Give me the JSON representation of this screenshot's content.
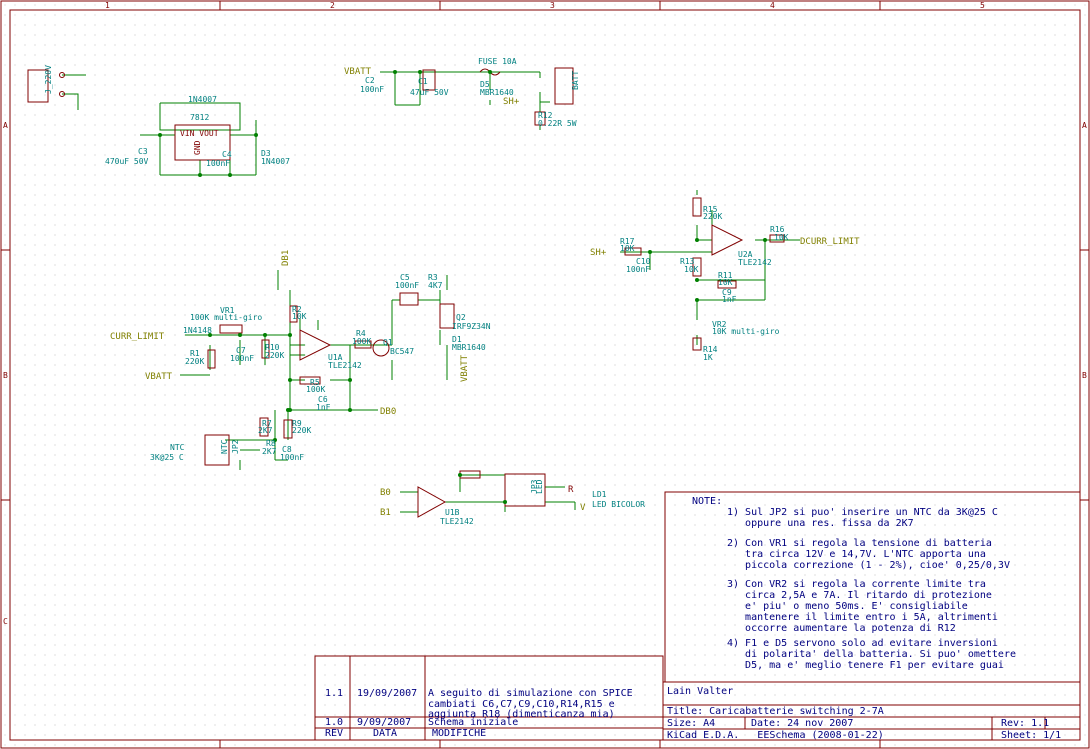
{
  "frame": {
    "col_labels": [
      "1",
      "2",
      "3",
      "4",
      "5"
    ],
    "row_labels": [
      "A",
      "B",
      "C"
    ]
  },
  "components": [
    {
      "ref": "JP1",
      "name": "J_220V"
    },
    {
      "ref": "D4",
      "name": "1N4007"
    },
    {
      "ref": "U3",
      "name": "7812"
    },
    {
      "ref": "U3_pins",
      "name": "VIN VOUT"
    },
    {
      "ref": "U3_gnd",
      "name": "GND"
    },
    {
      "ref": "C3",
      "name": "C3"
    },
    {
      "ref": "C3v",
      "name": "470uF 50V"
    },
    {
      "ref": "C4",
      "name": "C4"
    },
    {
      "ref": "C4v",
      "name": "100nF"
    },
    {
      "ref": "D3",
      "name": "D3"
    },
    {
      "ref": "D3v",
      "name": "1N4007"
    },
    {
      "ref": "C2",
      "name": "C2"
    },
    {
      "ref": "C2v",
      "name": "100nF"
    },
    {
      "ref": "C1",
      "name": "C1"
    },
    {
      "ref": "C1v",
      "name": "47uF 50V"
    },
    {
      "ref": "F1",
      "name": "FUSE 10A"
    },
    {
      "ref": "D5",
      "name": "D5"
    },
    {
      "ref": "D5v",
      "name": "MBR1640"
    },
    {
      "ref": "JP4",
      "name": "BATT"
    },
    {
      "ref": "R12",
      "name": "R12"
    },
    {
      "ref": "R12v",
      "name": "0.22R 5W"
    },
    {
      "ref": "R15",
      "name": "R15"
    },
    {
      "ref": "R15v",
      "name": "220K"
    },
    {
      "ref": "R17",
      "name": "R17"
    },
    {
      "ref": "R17v",
      "name": "10K"
    },
    {
      "ref": "C10",
      "name": "C10"
    },
    {
      "ref": "C10v",
      "name": "100nF"
    },
    {
      "ref": "R13",
      "name": "R13"
    },
    {
      "ref": "R13v",
      "name": "10K"
    },
    {
      "ref": "R16",
      "name": "R16"
    },
    {
      "ref": "R16v",
      "name": "10K"
    },
    {
      "ref": "U2A",
      "name": "U2A"
    },
    {
      "ref": "U2Av",
      "name": "TLE2142"
    },
    {
      "ref": "R11b",
      "name": "R11"
    },
    {
      "ref": "R11bv",
      "name": "10K"
    },
    {
      "ref": "C9",
      "name": "C9"
    },
    {
      "ref": "C9v",
      "name": "1nF"
    },
    {
      "ref": "VR2",
      "name": "VR2"
    },
    {
      "ref": "VR2v",
      "name": "10K multi-giro"
    },
    {
      "ref": "R14",
      "name": "R14"
    },
    {
      "ref": "R14v",
      "name": "1K"
    },
    {
      "ref": "VR1",
      "name": "VR1"
    },
    {
      "ref": "VR1v",
      "name": "100K multi-giro"
    },
    {
      "ref": "D2",
      "name": "1N4148"
    },
    {
      "ref": "R1",
      "name": "R1"
    },
    {
      "ref": "R1v",
      "name": "220K"
    },
    {
      "ref": "C7",
      "name": "C7"
    },
    {
      "ref": "C7v",
      "name": "100nF"
    },
    {
      "ref": "R10",
      "name": "R10"
    },
    {
      "ref": "R10v",
      "name": "220K"
    },
    {
      "ref": "R2",
      "name": "R2"
    },
    {
      "ref": "R2v",
      "name": "10K"
    },
    {
      "ref": "U1A",
      "name": "U1A"
    },
    {
      "ref": "U1Av",
      "name": "TLE2142"
    },
    {
      "ref": "R4",
      "name": "R4"
    },
    {
      "ref": "R4v",
      "name": "100K"
    },
    {
      "ref": "Q1",
      "name": "Q1"
    },
    {
      "ref": "Q1v",
      "name": "BC547"
    },
    {
      "ref": "C5",
      "name": "C5"
    },
    {
      "ref": "C5v",
      "name": "100nF"
    },
    {
      "ref": "R3",
      "name": "R3"
    },
    {
      "ref": "R3v",
      "name": "4K7"
    },
    {
      "ref": "Q2",
      "name": "Q2"
    },
    {
      "ref": "Q2v",
      "name": "IRF9Z34N"
    },
    {
      "ref": "D1",
      "name": "D1"
    },
    {
      "ref": "D1v",
      "name": "MBR1640"
    },
    {
      "ref": "R5",
      "name": "R5"
    },
    {
      "ref": "R5v",
      "name": "100K"
    },
    {
      "ref": "C6",
      "name": "C6"
    },
    {
      "ref": "C6v",
      "name": "1nF"
    },
    {
      "ref": "R7",
      "name": "R7"
    },
    {
      "ref": "R7v",
      "name": "2K7"
    },
    {
      "ref": "R9",
      "name": "R9"
    },
    {
      "ref": "R9v",
      "name": "220K"
    },
    {
      "ref": "C8",
      "name": "C8"
    },
    {
      "ref": "C8v",
      "name": "100nF"
    },
    {
      "ref": "JP2",
      "name": "JP2"
    },
    {
      "ref": "JP2v",
      "name": "NTC"
    },
    {
      "ref": "NTC",
      "name": "NTC"
    },
    {
      "ref": "NTCv",
      "name": "3K@25 C"
    },
    {
      "ref": "R8",
      "name": "R8"
    },
    {
      "ref": "R8v",
      "name": "2K7"
    },
    {
      "ref": "U1B",
      "name": "U1B"
    },
    {
      "ref": "U1Bv",
      "name": "TLE2142"
    },
    {
      "ref": "JP3",
      "name": "JP3"
    },
    {
      "ref": "JP3v",
      "name": "LED"
    },
    {
      "ref": "LD1",
      "name": "LD1"
    },
    {
      "ref": "LD1v",
      "name": "LED BICOLOR"
    }
  ],
  "nets": {
    "vbatt": "VBATT",
    "sh": "SH+",
    "dcurr": "DCURR_LIMIT",
    "curr": "CURR_LIMIT",
    "db1": "DB1",
    "db0": "DB0",
    "b0": "B0",
    "b1": "B1",
    "v": "V",
    "r": "R"
  },
  "notes": {
    "title": "NOTE:",
    "lines": [
      "1) Sul JP2 si puo' inserire un NTC da 3K@25 C",
      "   oppure una res. fissa da 2K7",
      "2) Con VR1 si regola la tensione di batteria",
      "   tra circa 12V e 14,7V. L'NTC apporta una",
      "   piccola correzione (1 - 2%), cioe' 0,25/0,3V",
      "3) Con VR2 si regola la corrente limite tra",
      "   circa 2,5A e 7A. Il ritardo di protezione",
      "   e' piu' o meno 50ms. E' consigliabile",
      "   mantenere il limite entro i 5A, altrimenti",
      "   occorre aumentare la potenza di R12",
      "4) F1 e D5 servono solo ad evitare inversioni",
      "   di polarita' della batteria. Si puo' omettere",
      "   D5, ma e' meglio tenere F1 per evitare guai"
    ]
  },
  "revisions": {
    "rows": [
      {
        "rev": "1.1",
        "date": "19/09/2007",
        "desc": "A seguito di simulazione con SPICE"
      },
      {
        "rev": "",
        "date": "",
        "desc": "cambiati C6,C7,C9,C10,R14,R15 e"
      },
      {
        "rev": "",
        "date": "",
        "desc": "aggiunta R18 (dimenticanza mia)"
      },
      {
        "rev": "1.0",
        "date": "9/09/2007",
        "desc": "Schema iniziale"
      }
    ],
    "header": {
      "rev": "REV",
      "date": "DATA",
      "desc": "MODIFICHE"
    }
  },
  "titleblock": {
    "author": "Lain Valter",
    "title": "Title: Caricabatterie switching 2-7A",
    "size": "Size: A4",
    "date": "Date: 24 nov 2007",
    "rev": "Rev: 1.1",
    "kicad": "KiCad E.D.A.   EESchema (2008-01-22)",
    "sheet": "Sheet: 1/1"
  },
  "colors": {
    "wire": "#008000",
    "symbol": "#800000",
    "label": "#000080",
    "ref": "#008080",
    "frame": "#800000"
  }
}
